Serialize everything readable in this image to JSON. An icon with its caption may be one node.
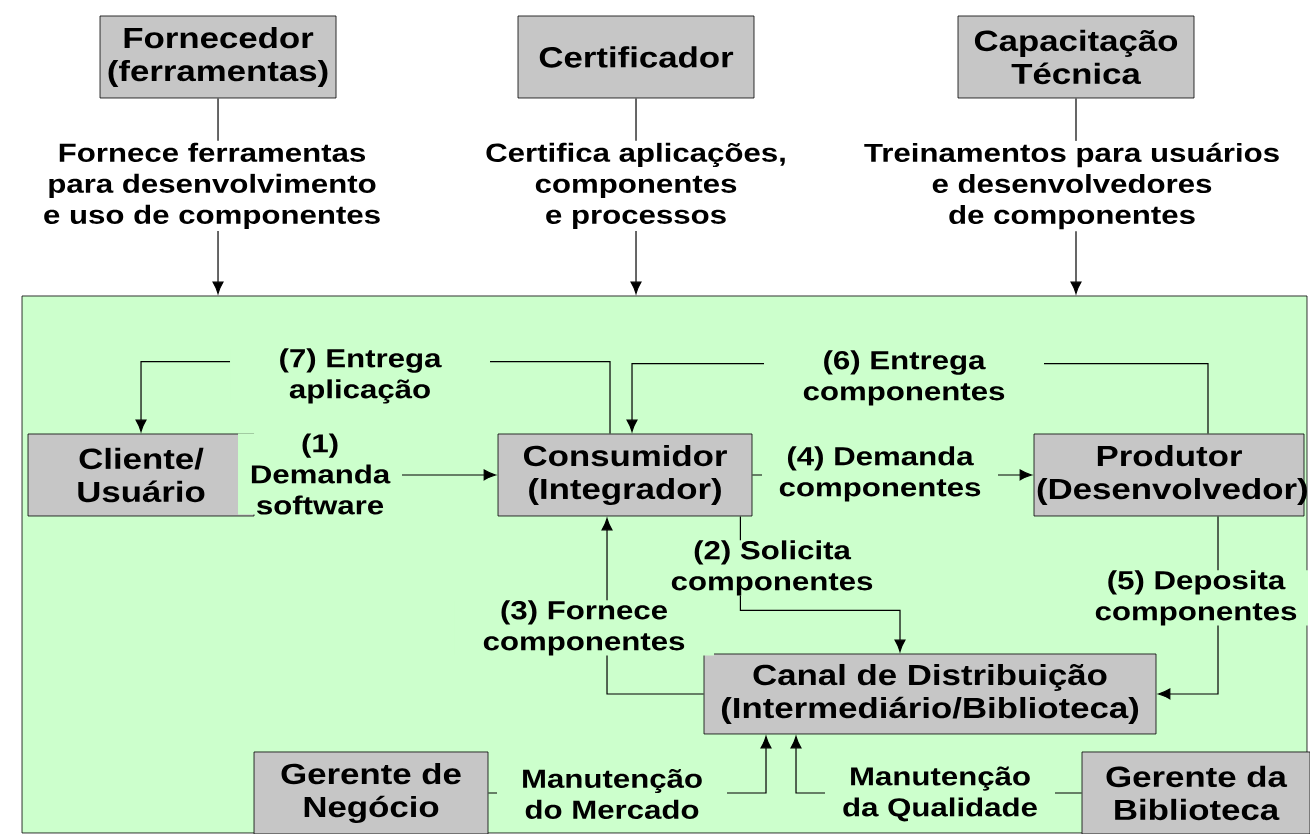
{
  "diagram": {
    "nodes": [
      {
        "text": [
          "Fornecedor (ferramentas)"
        ],
        "beside": [
          "Fornece ferramentas para desenvolvimento e uso de componentes"
        ]
      },
      {
        "text": [
          "Certificador"
        ],
        "beside": [
          "Certifica aplicações, componentes e processos"
        ]
      },
      {
        "text": [
          "Capacitação Técnica"
        ],
        "beside": [
          "Treinamentos para usuários e desenvolvedores de componentes"
        ]
      },
      {
        "text": [],
        "shape": "box"
      },
      {
        "text": [
          "Cliente/ Usuário"
        ],
        "in": 3
      },
      {
        "text": [
          "Consumidor (Integrador)"
        ],
        "in": 3
      },
      {
        "text": [
          "Produtor (Desenvolvedor)"
        ],
        "in": 3
      },
      {
        "text": [
          "Canal de Distribuição (Intermediário/Biblioteca)"
        ],
        "in": 3
      },
      {
        "text": [
          "Gerente de Negócio"
        ],
        "in": 3
      },
      {
        "text": [
          "Gerente da Biblioteca"
        ],
        "in": 3
      }
    ],
    "edges": [
      {
        "from": 0,
        "to": 3,
        "arrow": "to"
      },
      {
        "from": 1,
        "to": 3,
        "arrow": "to"
      },
      {
        "from": 2,
        "to": 3,
        "arrow": "to"
      },
      {
        "from": 4,
        "to": 5,
        "arrow": "to",
        "label": "(1) Demanda software"
      },
      {
        "from": 5,
        "to": 7,
        "arrow": "to",
        "label": "(2) Solicita componentes"
      },
      {
        "from": 7,
        "to": 5,
        "arrow": "to",
        "label": "(3) Fornece componentes"
      },
      {
        "from": 5,
        "to": 6,
        "arrow": "to",
        "label": "(4) Demanda componentes"
      },
      {
        "from": 6,
        "to": 7,
        "arrow": "to",
        "label": "(5) Deposita componentes"
      },
      {
        "from": 6,
        "to": 5,
        "arrow": "to",
        "label": "(6) Entrega componentes"
      },
      {
        "from": 5,
        "to": 4,
        "arrow": "to",
        "label": "(7) Entrega aplicação"
      },
      {
        "from": 8,
        "to": 7,
        "arrow": "to",
        "label": "Manutenção do Mercado"
      },
      {
        "from": 9,
        "to": 7,
        "arrow": "to",
        "label": "Manutenção da Qualidade"
      }
    ]
  }
}
